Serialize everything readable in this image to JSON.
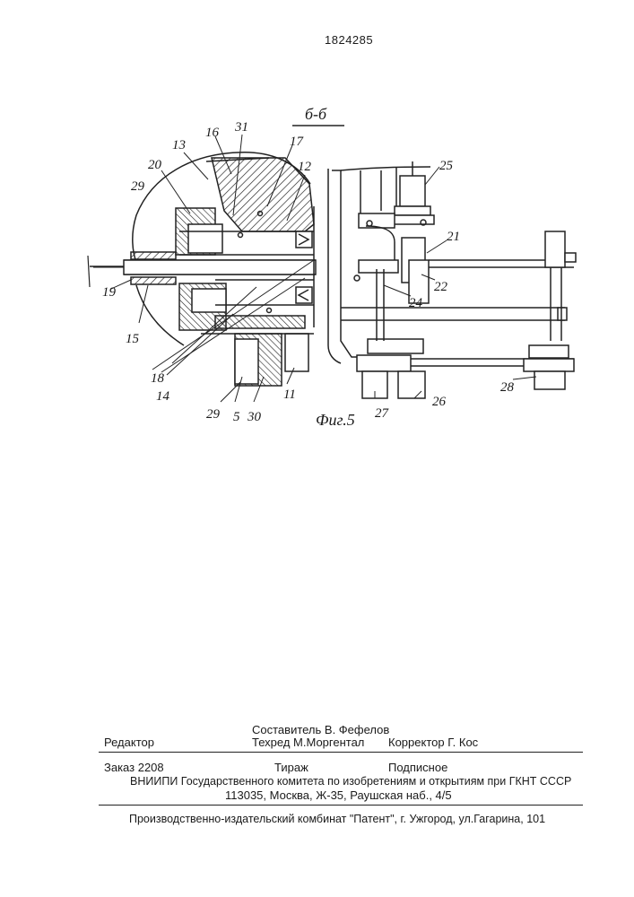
{
  "document_number": "1824285",
  "section_label": "б-б",
  "figure_caption": "Фиг.5",
  "callouts": {
    "c13": "13",
    "c16": "16",
    "c31": "31",
    "c17": "17",
    "c12": "12",
    "c20": "20",
    "c29a": "29",
    "c19": "19",
    "c15": "15",
    "c18": "18",
    "c14": "14",
    "c29b": "29",
    "c5": "5",
    "c30": "30",
    "c11": "11",
    "c25": "25",
    "c21": "21",
    "c22": "22",
    "c24": "24",
    "c27": "27",
    "c26": "26",
    "c28": "28"
  },
  "imprint": {
    "composer": "Составитель  В. Фефелов",
    "editor_label": "Редактор",
    "techred": "Техред М.Моргентал",
    "corrector": "Корректор  Г. Кос",
    "order": "Заказ  2208",
    "circulation": "Тираж",
    "subscription": "Подписное",
    "institute": "ВНИИПИ Государственного комитета по изобретениям и открытиям при ГКНТ СССР",
    "address": "113035, Москва, Ж-35, Раушская наб., 4/5",
    "plant": "Производственно-издательский комбинат \"Патент\", г. Ужгород, ул.Гагарина, 101"
  }
}
